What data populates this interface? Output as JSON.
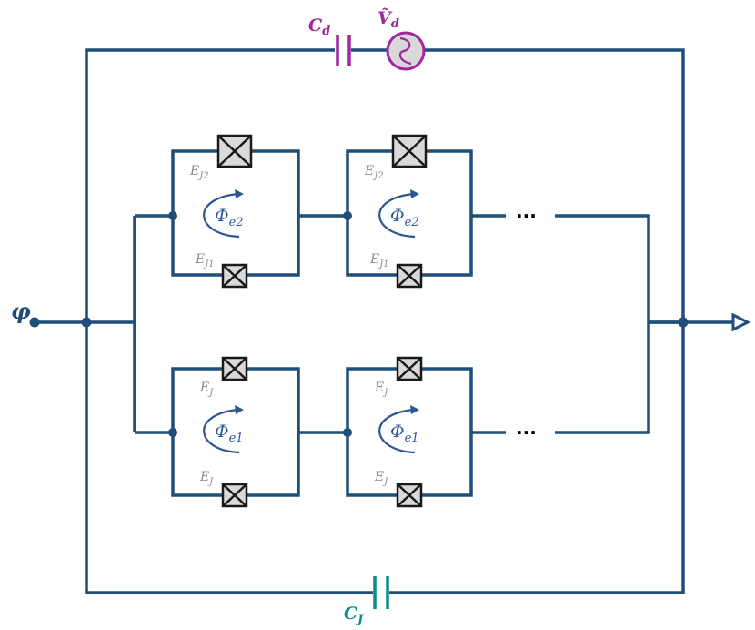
{
  "labels": {
    "input_phase": "φ",
    "drive_capacitor": {
      "main": "C",
      "sub": "d"
    },
    "drive_source": {
      "main": "Ṽ",
      "sub": "d"
    },
    "shunt_capacitor": {
      "main": "C",
      "sub": "J"
    },
    "dots": "···"
  },
  "top_branch": {
    "junction_top": {
      "main": "E",
      "sub": "J2"
    },
    "junction_bottom": {
      "main": "E",
      "sub": "J1"
    },
    "flux": {
      "main": "Φ",
      "sub": "e2"
    }
  },
  "bottom_branch": {
    "junction_top": {
      "main": "E",
      "sub": "J"
    },
    "junction_bottom": {
      "main": "E",
      "sub": "J"
    },
    "flux": {
      "main": "Φ",
      "sub": "e1"
    }
  },
  "colors": {
    "wire": "#1f4e79",
    "drive": "#a0279e",
    "shunt_capacitor": "#0a8a8a",
    "flux": "#2f5597",
    "junction_label": "#8c8c8c"
  }
}
